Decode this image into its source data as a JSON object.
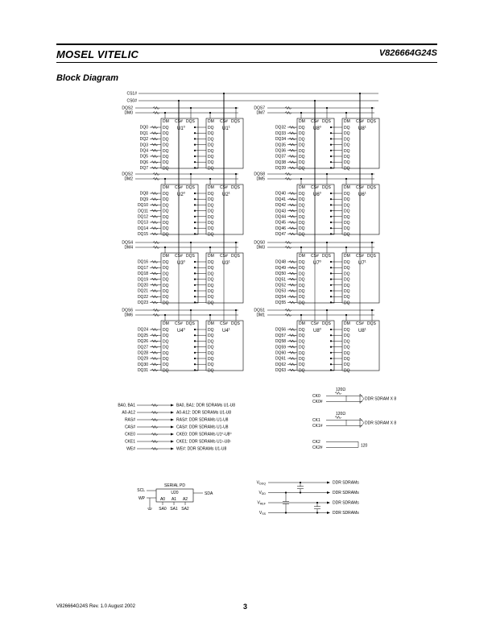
{
  "header": {
    "logo": "MOSEL VITELIC",
    "part_number": "V826664G24S",
    "section_title": "Block Diagram"
  },
  "footer": {
    "doc_info": "V826664G24S  Rev. 1.0  August 2002",
    "page": "3"
  },
  "colors": {
    "ink": "#000000",
    "paper": "#ffffff"
  },
  "diagram": {
    "top_signals": [
      "CS1#",
      "CS0#"
    ],
    "chip_header": [
      "DM",
      "CS#",
      "DQS"
    ],
    "pin_label": "DQ",
    "banks": [
      {
        "dqs": "DQS2",
        "dm": "DM0",
        "chip_a": {
          "name": "U1",
          "sup": "0"
        },
        "chip_b": {
          "name": "U1",
          "sup": "1"
        },
        "lines": [
          "DQ0",
          "DQ1",
          "DQ2",
          "DQ3",
          "DQ4",
          "DQ5",
          "DQ6",
          "DQ7"
        ]
      },
      {
        "dqs": "DQS2",
        "dm": "DM2",
        "chip_a": {
          "name": "U2",
          "sup": "0"
        },
        "chip_b": {
          "name": "U2",
          "sup": "1"
        },
        "lines": [
          "DQ8",
          "DQ9",
          "DQ10",
          "DQ11",
          "DQ12",
          "DQ13",
          "DQ14",
          "DQ15"
        ]
      },
      {
        "dqs": "DQS4",
        "dm": "DM4",
        "chip_a": {
          "name": "U3",
          "sup": "0"
        },
        "chip_b": {
          "name": "U3",
          "sup": "1"
        },
        "lines": [
          "DQ16",
          "DQ17",
          "DQ18",
          "DQ19",
          "DQ20",
          "DQ21",
          "DQ22",
          "DQ23"
        ]
      },
      {
        "dqs": "DQS6",
        "dm": "DM6",
        "chip_a": {
          "name": "U4",
          "sup": "0"
        },
        "chip_b": {
          "name": "U4",
          "sup": "1"
        },
        "lines": [
          "DQ24",
          "DQ25",
          "DQ26",
          "DQ27",
          "DQ28",
          "DQ29",
          "DQ30",
          "DQ31"
        ]
      },
      {
        "dqs": "DQS7",
        "dm": "DM7",
        "chip_a": {
          "name": "U8",
          "sup": "0"
        },
        "chip_b": {
          "name": "U8",
          "sup": "1"
        },
        "lines": [
          "DQ32",
          "DQ33",
          "DQ34",
          "DQ35",
          "DQ36",
          "DQ37",
          "DQ38",
          "DQ39"
        ]
      },
      {
        "dqs": "DQS8",
        "dm": "DM5",
        "chip_a": {
          "name": "U6",
          "sup": "0"
        },
        "chip_b": {
          "name": "U6",
          "sup": "1"
        },
        "lines": [
          "DQ40",
          "DQ41",
          "DQ42",
          "DQ43",
          "DQ44",
          "DQ45",
          "DQ46",
          "DQ47"
        ]
      },
      {
        "dqs": "DQS0",
        "dm": "DM3",
        "chip_a": {
          "name": "U7",
          "sup": "0"
        },
        "chip_b": {
          "name": "U7",
          "sup": "1"
        },
        "lines": [
          "DQ48",
          "DQ49",
          "DQ50",
          "DQ51",
          "DQ52",
          "DQ53",
          "DQ54",
          "DQ55"
        ]
      },
      {
        "dqs": "DQS1",
        "dm": "DM1",
        "chip_a": {
          "name": "U8",
          "sup": "0"
        },
        "chip_b": {
          "name": "U8",
          "sup": "1"
        },
        "lines": [
          "DQ56",
          "DQ57",
          "DQ58",
          "DQ59",
          "DQ60",
          "DQ61",
          "DQ62",
          "DQ63"
        ]
      }
    ],
    "address_signals": [
      {
        "name": "BA0, BA1",
        "desc": "BA0, BA1: DDR SDRAMs U1-U8"
      },
      {
        "name": "A0-A12",
        "desc": "A0-A12: DDR SDRAMs U1-U8"
      },
      {
        "name": "RAS#",
        "desc": "RAS#: DDR SDRAMs U1-U8"
      },
      {
        "name": "CAS#",
        "desc": "CAS#: DDR SDRAMs U1-U8"
      },
      {
        "name": "CKE0",
        "desc": "CKE0: DDR SDRAMs U1⁰-U8⁰"
      },
      {
        "name": "CKE1",
        "desc": "CKE1: DDR SDRAMs U1¹-U8¹"
      },
      {
        "name": "WE#",
        "desc": "WE#: DDR SDRAMs U1-U8"
      }
    ],
    "clocks": {
      "groups": [
        {
          "pos": "CK0",
          "neg": "CK0#",
          "res": "120Ω",
          "dest": "DDR SDRAM X 8"
        },
        {
          "pos": "CK1",
          "neg": "CK1#",
          "res": "120Ω",
          "dest": "DDR SDRAM X 8"
        }
      ],
      "term": {
        "pos": "CK2",
        "neg": "CK2#",
        "res": "120"
      }
    },
    "serial_pd": {
      "title": "SERIAL PD",
      "chip": "U20",
      "pins": [
        "A0",
        "A1",
        "A2"
      ],
      "left": [
        "SCL",
        "WP"
      ],
      "right": "SDA",
      "addr": [
        "SA0",
        "SA1",
        "SA2"
      ]
    },
    "power": [
      {
        "name": "VDDQ",
        "dest": "DDR SDRAMs"
      },
      {
        "name": "VDD",
        "dest": "DDR SDRAMs"
      },
      {
        "name": "VREF",
        "dest": "DDR SDRAMs"
      },
      {
        "name": "VSS",
        "dest": "DDR SDRAMs"
      }
    ]
  }
}
